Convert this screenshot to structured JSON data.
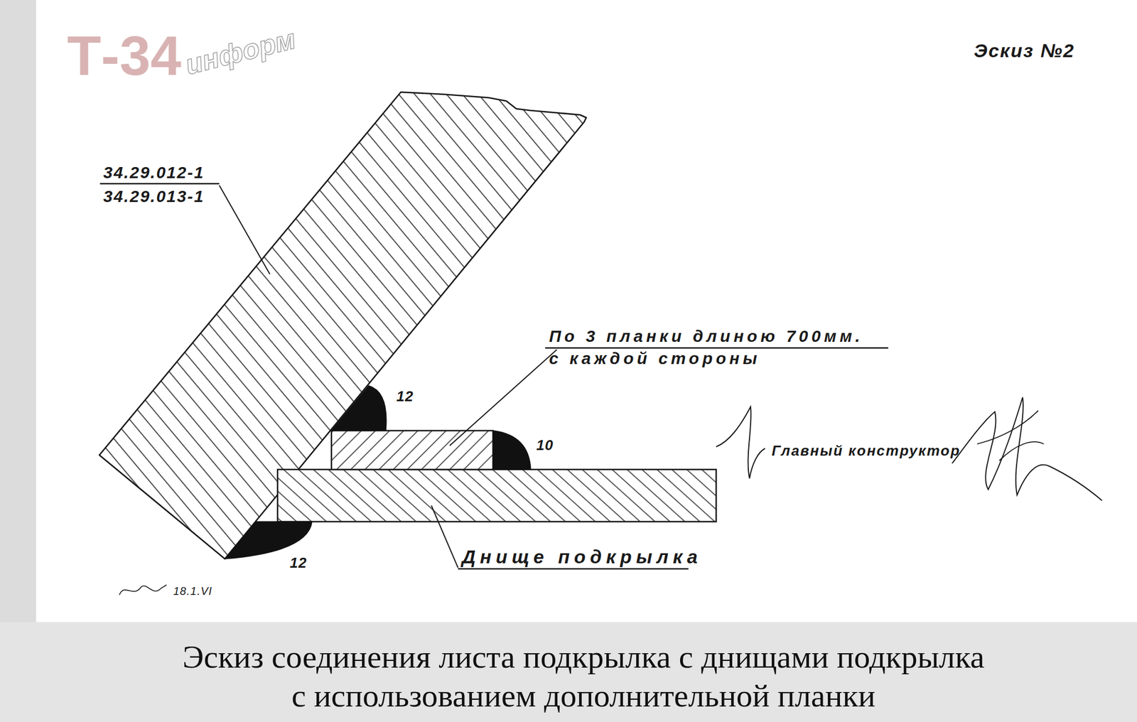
{
  "diagram": {
    "title": "Эскиз №2",
    "caption": "Эскиз соединения листа подкрылка с днищами подкрылка с использованием дополнительной планки",
    "labels": [
      "Т-34",
      "информ",
      "34.29.012-1",
      "34.29.013-1",
      "По 3 планки длиною 700мм. с каждой стороны",
      "12",
      "10",
      "Главный конструктор",
      "12",
      "Днище подкрылка",
      "18.1.VI"
    ]
  }
}
